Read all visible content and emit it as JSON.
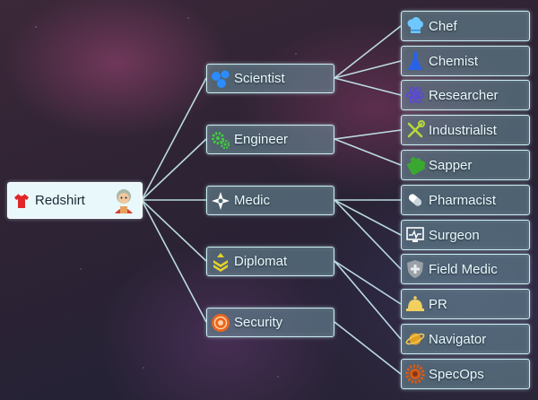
{
  "root": {
    "label": "Redshirt",
    "icon": "shirt-icon",
    "portrait": "crew-portrait"
  },
  "classes": [
    {
      "label": "Scientist",
      "icon": "molecule-icon",
      "color": "#2a8cff"
    },
    {
      "label": "Engineer",
      "icon": "gears-icon",
      "color": "#3fd13a"
    },
    {
      "label": "Medic",
      "icon": "star-sparkle-icon",
      "color": "#ffffff"
    },
    {
      "label": "Diplomat",
      "icon": "chevrons-icon",
      "color": "#e6d22a"
    },
    {
      "label": "Security",
      "icon": "target-icon",
      "color": "#e8651e"
    }
  ],
  "specializations": [
    {
      "label": "Chef",
      "icon": "chef-hat-icon",
      "color": "#6ec8ff"
    },
    {
      "label": "Chemist",
      "icon": "flask-icon",
      "color": "#2a62e6"
    },
    {
      "label": "Researcher",
      "icon": "atom-icon",
      "color": "#5a48d8"
    },
    {
      "label": "Industrialist",
      "icon": "tools-icon",
      "color": "#b6d83a"
    },
    {
      "label": "Sapper",
      "icon": "puzzle-icon",
      "color": "#3aa830"
    },
    {
      "label": "Pharmacist",
      "icon": "pill-icon",
      "color": "#ffffff"
    },
    {
      "label": "Surgeon",
      "icon": "monitor-icon",
      "color": "#ffffff"
    },
    {
      "label": "Field Medic",
      "icon": "shield-cross-icon",
      "color": "#9aa0a6"
    },
    {
      "label": "PR",
      "icon": "bell-icon",
      "color": "#f2d060"
    },
    {
      "label": "Navigator",
      "icon": "planet-icon",
      "color": "#e0a020"
    },
    {
      "label": "SpecOps",
      "icon": "gear-badge-icon",
      "color": "#d65a18"
    }
  ]
}
